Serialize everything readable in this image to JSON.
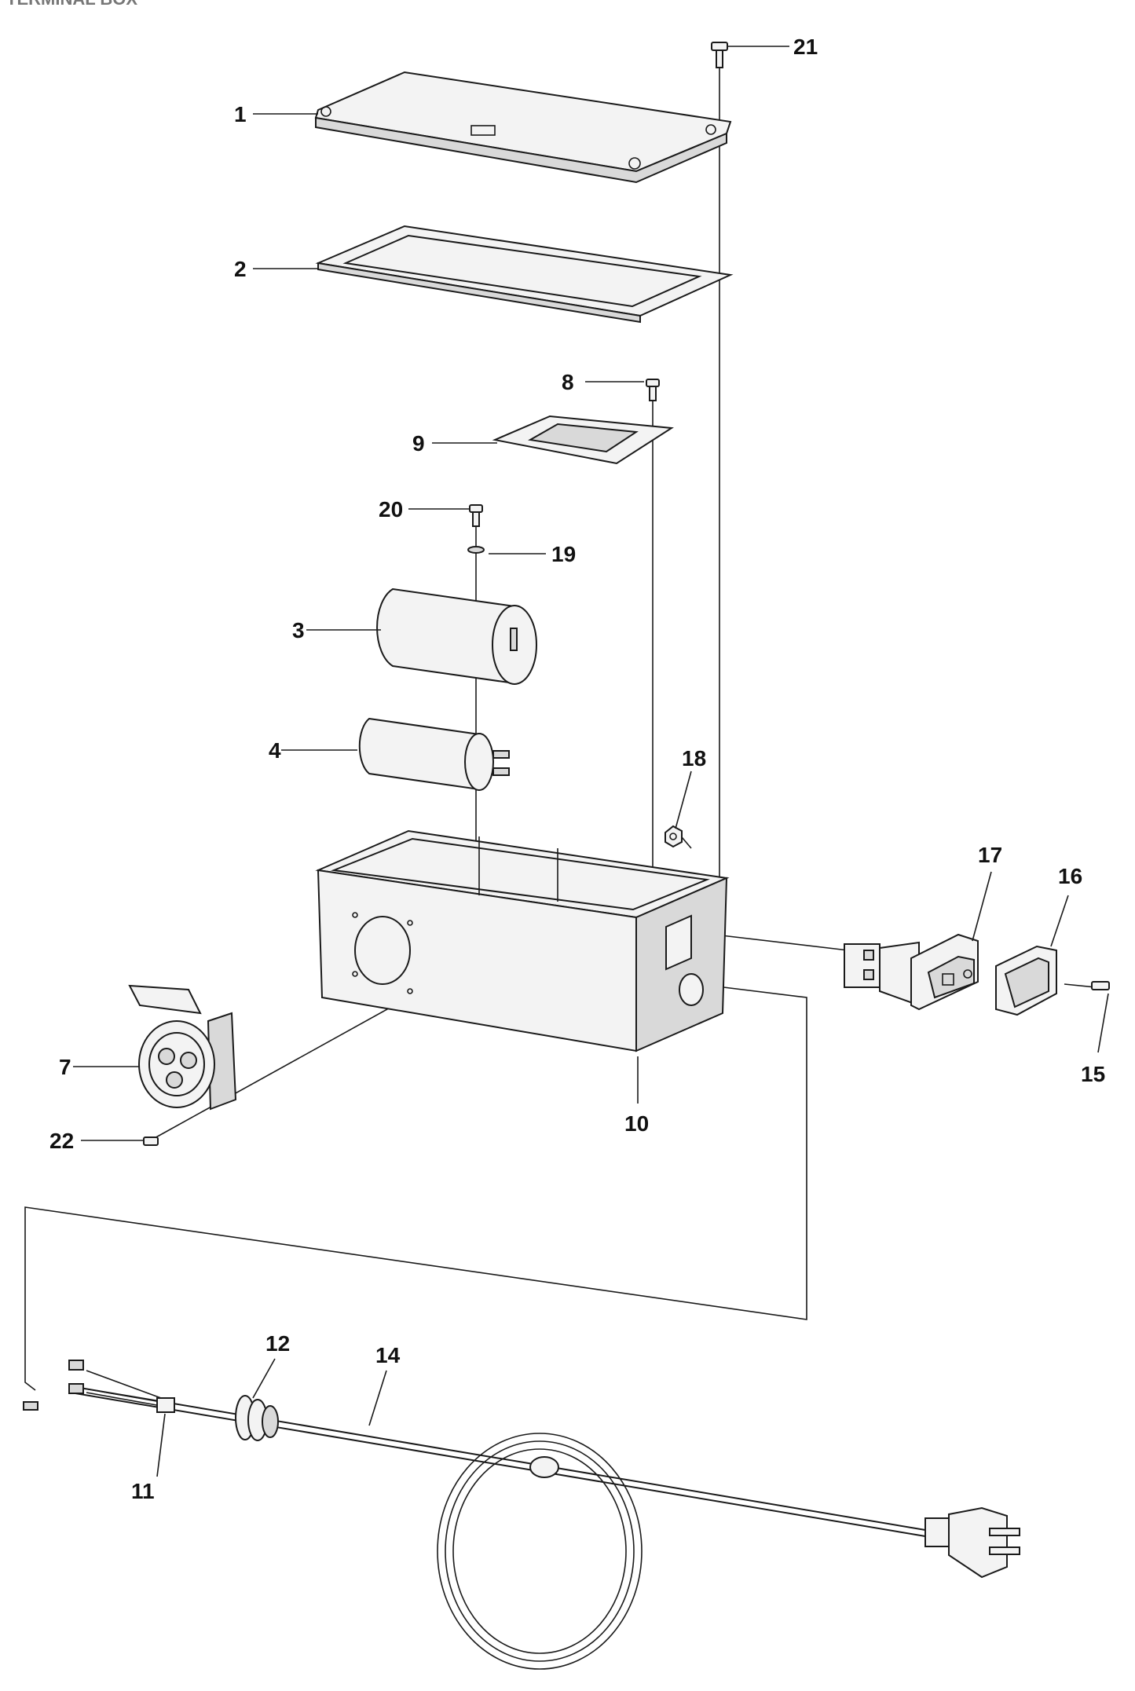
{
  "header": {
    "title": "TERMINAL BOX"
  },
  "callouts": {
    "c1": "1",
    "c2": "2",
    "c3": "3",
    "c4": "4",
    "c7": "7",
    "c8": "8",
    "c9": "9",
    "c10": "10",
    "c11": "11",
    "c12": "12",
    "c14": "14",
    "c15": "15",
    "c16": "16",
    "c17": "17",
    "c18": "18",
    "c19": "19",
    "c20": "20",
    "c21": "21",
    "c22": "22"
  },
  "colors": {
    "line": "#1a1a1a",
    "part_fill": "#f3f3f3",
    "background": "#ffffff"
  }
}
